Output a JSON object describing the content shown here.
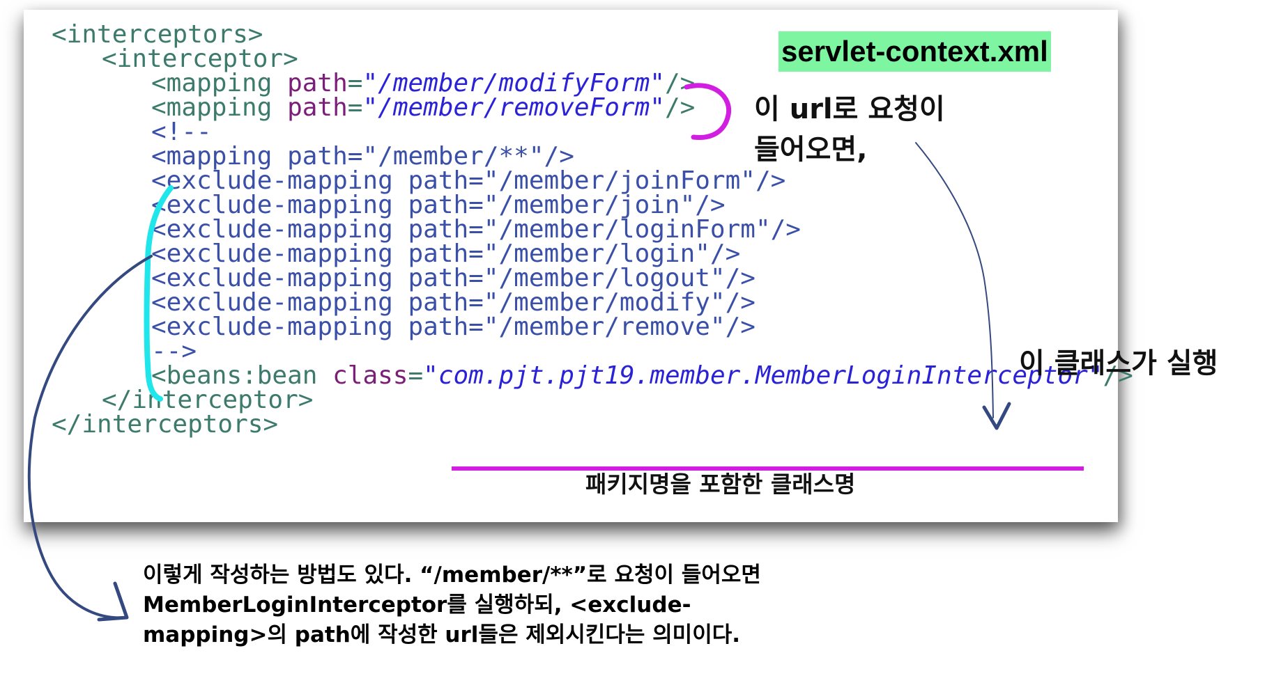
{
  "file_label": "servlet-context.xml",
  "code_lines": [
    [
      {
        "t": "<interceptors>",
        "k": "tag"
      }
    ],
    [
      {
        "t": "<interceptor>",
        "k": "tag"
      }
    ],
    [
      {
        "t": "<mapping ",
        "k": "tag"
      },
      {
        "t": "path",
        "k": "attr"
      },
      {
        "t": "=",
        "k": "tag"
      },
      {
        "t": "\"/member/modifyForm\"",
        "k": "str"
      },
      {
        "t": "/>",
        "k": "tag"
      }
    ],
    [
      {
        "t": "<mapping ",
        "k": "tag"
      },
      {
        "t": "path",
        "k": "attr"
      },
      {
        "t": "=",
        "k": "tag"
      },
      {
        "t": "\"/member/removeForm\"",
        "k": "str"
      },
      {
        "t": "/>",
        "k": "tag"
      }
    ],
    [
      {
        "t": "<!--",
        "k": "comment"
      }
    ],
    [
      {
        "t": "<mapping path=\"/member/**\"/>",
        "k": "comment"
      }
    ],
    [
      {
        "t": "<exclude-mapping path=\"/member/joinForm\"/>",
        "k": "comment"
      }
    ],
    [
      {
        "t": "<exclude-mapping path=\"/member/join\"/>",
        "k": "comment"
      }
    ],
    [
      {
        "t": "<exclude-mapping path=\"/member/loginForm\"/>",
        "k": "comment"
      }
    ],
    [
      {
        "t": "<exclude-mapping path=\"/member/login\"/>",
        "k": "comment"
      }
    ],
    [
      {
        "t": "<exclude-mapping path=\"/member/logout\"/>",
        "k": "comment"
      }
    ],
    [
      {
        "t": "<exclude-mapping path=\"/member/modify\"/>",
        "k": "comment"
      }
    ],
    [
      {
        "t": "<exclude-mapping path=\"/member/remove\"/>",
        "k": "comment"
      }
    ],
    [
      {
        "t": "-->",
        "k": "comment"
      }
    ],
    [
      {
        "t": "<beans:bean ",
        "k": "tag"
      },
      {
        "t": "class",
        "k": "attr"
      },
      {
        "t": "=",
        "k": "tag"
      },
      {
        "t": "\"com.pjt.pjt19.member.MemberLoginInterceptor\"",
        "k": "str"
      },
      {
        "t": "/>",
        "k": "tag"
      }
    ],
    [
      {
        "t": "</interceptor>",
        "k": "tag"
      }
    ],
    [
      {
        "t": "</interceptors>",
        "k": "tag"
      }
    ]
  ],
  "notes": {
    "request_line1": "이 url로 요청이",
    "request_line2": "들어오면,",
    "class_runs": "이 클래스가 실행",
    "package_note": "패키지명을 포함한 클래스명",
    "bottom_note": "이렇게 작성하는 방법도 있다. “/member/**”로 요청이 들어오면 MemberLoginInterceptor를 실행하되, <exclude-mapping>의 path에 작성한 url들은 제외시킨다는 의미이다."
  },
  "colors": {
    "tag": "#3c7a6b",
    "attr": "#7b1e79",
    "string": "#2a22d6",
    "comment": "#3a4fa8",
    "file_label_bg": "#7ef5a0",
    "magenta_annotation": "#d21ee0",
    "cyan_annotation": "#1fe6ea",
    "navy_arrow": "#34497f"
  }
}
